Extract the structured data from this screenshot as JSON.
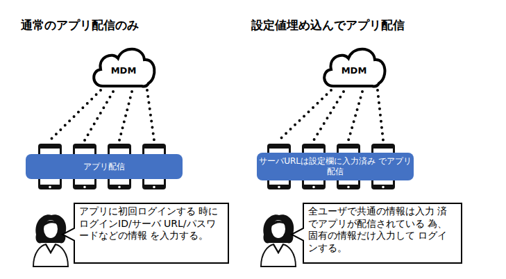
{
  "diagram": {
    "nodes": [
      {
        "text": [
          "MDM"
        ]
      },
      {
        "text": [
          "アプリ配信"
        ]
      },
      {
        "text": [
          "アプリに初回ログインする 時にログインID/サーバ URL/パスワードなどの情報 を入力する。"
        ]
      },
      {
        "text": [
          "MDM"
        ]
      },
      {
        "text": [
          "サーバURLは設定欄に入力済み でアプリ配信"
        ]
      },
      {
        "text": [
          "全ユーザで共通の情報は入力 済でアプリが配信されている 為、固有の情報だけ入力して ログインする。"
        ]
      }
    ],
    "labels": [
      "通常のアプリ配信のみ",
      "設定値埋め込んでアプリ配信"
    ]
  }
}
